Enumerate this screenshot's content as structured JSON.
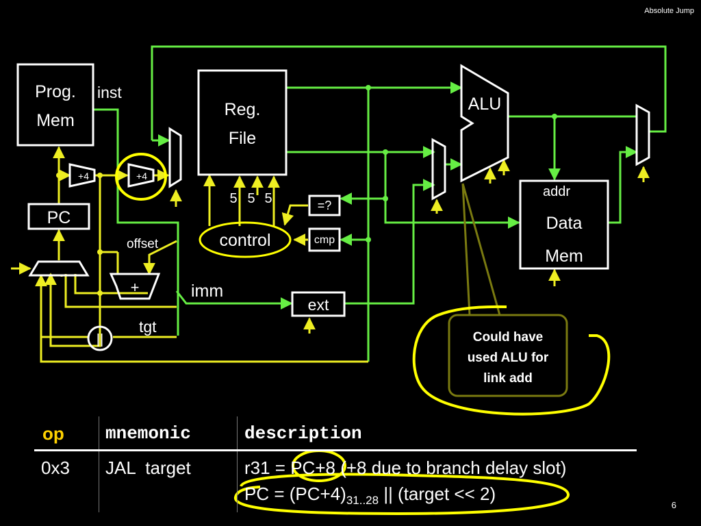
{
  "slide": {
    "title": "Absolute Jump",
    "page_number": "6"
  },
  "diagram": {
    "prog_mem": [
      "Prog.",
      "Mem"
    ],
    "inst_label": "inst",
    "reg_file": [
      "Reg.",
      "File"
    ],
    "alu": "ALU",
    "pc": "PC",
    "plus4_a": "+4",
    "plus4_b": "+4",
    "reg_widths": [
      "5",
      "5",
      "5"
    ],
    "control": "control",
    "eq_test": "=?",
    "cmp": "cmp",
    "offset": "offset",
    "adder": "+",
    "imm": "imm",
    "ext": "ext",
    "tgt": "tgt",
    "concat": "||",
    "data_mem": [
      "addr",
      "Data",
      "Mem"
    ],
    "annotation": [
      "Could have",
      "used ALU for",
      "link add"
    ]
  },
  "table": {
    "headers": {
      "op": "op",
      "mnemonic": "mnemonic",
      "description": "description"
    },
    "row": {
      "op": "0x3",
      "mnemonic": "JAL  target",
      "desc_line1": "r31 = PC+8 (+8 due to branch delay slot)",
      "desc_line2_pre": "PC = (PC+4)",
      "desc_line2_sub": "31..28",
      "desc_line2_post": " || (target << 2)"
    }
  },
  "colors": {
    "green_wire": "#66ee44",
    "yellow_wire": "#eeee22",
    "highlight": "#ffff00",
    "op_header": "#ffd200",
    "box_stroke": "#ffffff"
  }
}
